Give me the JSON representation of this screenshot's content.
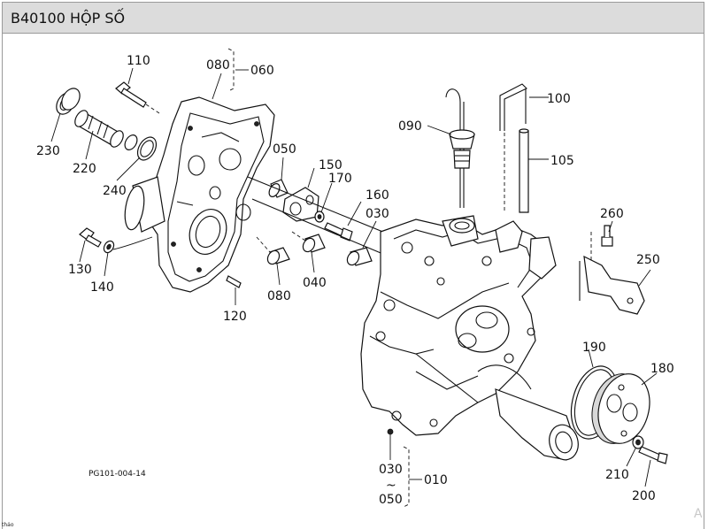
{
  "header": {
    "title": "B40100 HỘP SỐ"
  },
  "diagram": {
    "callouts": {
      "p110": "110",
      "p080a": "080",
      "p060": "060",
      "p230": "230",
      "p220": "220",
      "p240": "240",
      "p050": "050",
      "p150": "150",
      "p170": "170",
      "p160": "160",
      "p030a": "030",
      "p090": "090",
      "p100": "100",
      "p105": "105",
      "p260": "260",
      "p250": "250",
      "p130": "130",
      "p140": "140",
      "p080b": "080",
      "p040": "040",
      "p120": "120",
      "p190": "190",
      "p180": "180",
      "p030b": "030",
      "p010": "010",
      "p050b": "050",
      "p210": "210",
      "p200": "200"
    },
    "figure_code": "PG101-004-14",
    "tilde": "~",
    "corner_watermark": "A",
    "bottom_edge_text": "thảo"
  }
}
